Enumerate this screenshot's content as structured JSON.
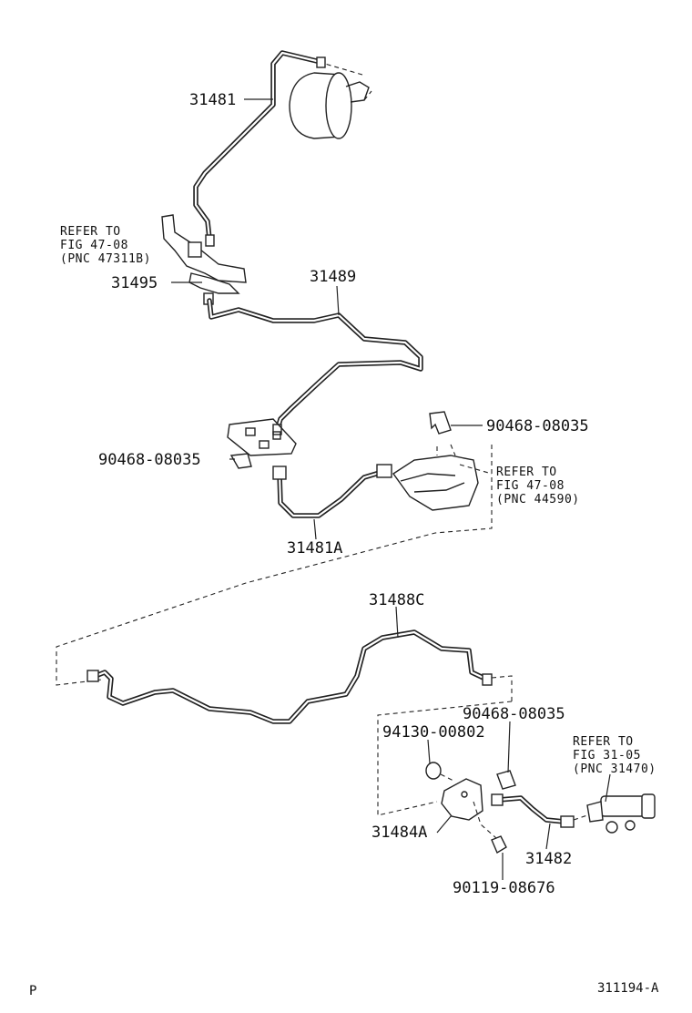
{
  "parts": {
    "p31481": "31481",
    "p31489": "31489",
    "p31495": "31495",
    "p90468_a": "90468-08035",
    "p90468_b": "90468-08035",
    "p31481A": "31481A",
    "p31488C": "31488C",
    "p90468_c": "90468-08035",
    "p94130": "94130-00802",
    "p31484A": "31484A",
    "p31482": "31482",
    "p90119": "90119-08676"
  },
  "refs": {
    "ref_47311B": [
      "REFER TO",
      "FIG 47-08",
      "(PNC 47311B)"
    ],
    "ref_44590": [
      "REFER TO",
      "FIG 47-08",
      "(PNC 44590)"
    ],
    "ref_31470": [
      "REFER TO",
      "FIG 31-05",
      "(PNC 31470)"
    ]
  },
  "footer": {
    "left_mark": "P",
    "figure_code": "311194-A"
  }
}
